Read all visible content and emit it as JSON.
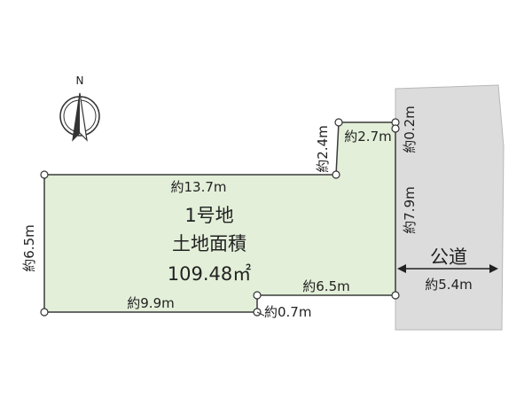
{
  "compass": {
    "north_label": "N",
    "icon": "north-arrow-icon"
  },
  "lot": {
    "name": "1号地",
    "area_label": "土地面積",
    "area_value": "109.48㎡",
    "fill_color": "#e3efd9",
    "outline_color": "#3a3a3a"
  },
  "road": {
    "label": "公道",
    "width": "約5.4m",
    "fill_color": "#dcdcdc"
  },
  "dimensions": {
    "top": "約13.7m",
    "left": "約6.5m",
    "bottom_left": "約9.9m",
    "step_vertical": "約0.7m",
    "bottom_right": "約6.5m",
    "right": "約7.9m",
    "notch_vertical": "約2.4m",
    "notch_top": "約2.7m",
    "notch_right": "約0.2m"
  }
}
